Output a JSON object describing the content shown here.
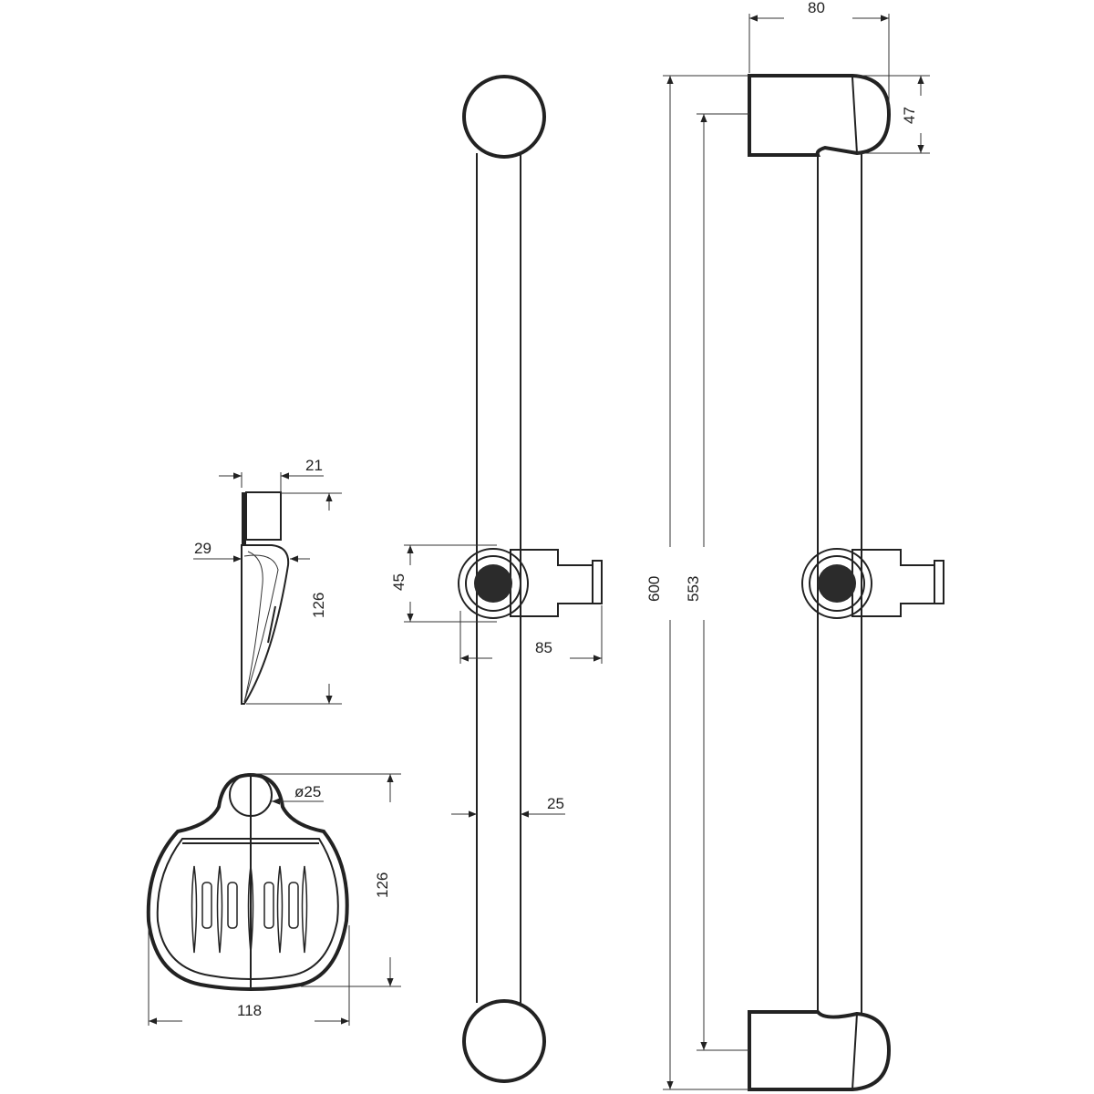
{
  "colors": {
    "line": "#222222",
    "fill_dark": "#2b2b2b",
    "background": "#ffffff"
  },
  "dimensions": {
    "soap_side_depth": "21",
    "soap_side_offset": "29",
    "soap_side_height": "126",
    "soap_front_hole": "ø25",
    "soap_front_height": "126",
    "soap_front_width": "118",
    "slider_height": "45",
    "slider_length": "85",
    "rail_diameter": "25",
    "bracket_width": "80",
    "bracket_height": "47",
    "rail_total_length": "600",
    "rail_mount_distance": "553"
  }
}
